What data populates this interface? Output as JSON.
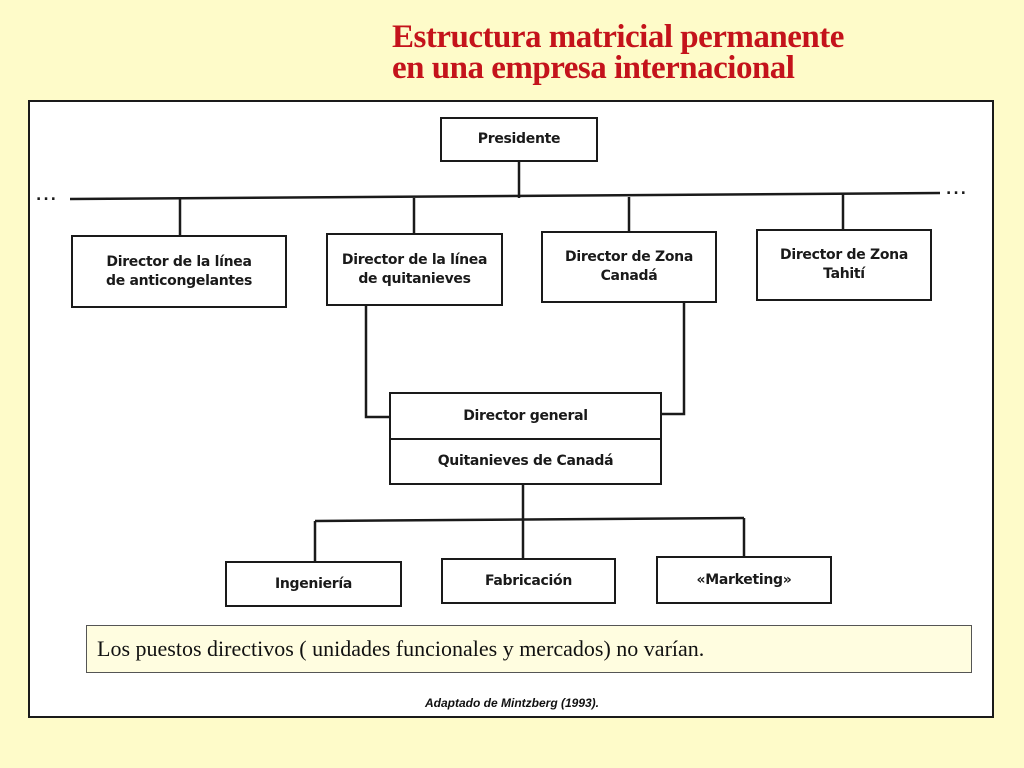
{
  "title": {
    "line1": "Estructura matricial permanente",
    "line2": "en una empresa internacional"
  },
  "diagram": {
    "president": "Presidente",
    "ellipsis": "...",
    "level2": [
      {
        "line1": "Director de la línea",
        "line2": "de anticongelantes"
      },
      {
        "line1": "Director de la línea",
        "line2": "de quitanieves"
      },
      {
        "line1": "Director de Zona",
        "line2": "Canadá"
      },
      {
        "line1": "Director de Zona",
        "line2": "Tahití"
      }
    ],
    "general_director": {
      "top": "Director general",
      "bottom": "Quitanieves de Canadá"
    },
    "functions": [
      "Ingeniería",
      "Fabricación",
      "«Marketing»"
    ]
  },
  "note": "Los puestos directivos ( unidades funcionales y mercados) no varían.",
  "source": "Adaptado de Mintzberg (1993).",
  "colors": {
    "background": "#fefbc9",
    "title": "#c4131b",
    "line": "#1a1a1a"
  }
}
